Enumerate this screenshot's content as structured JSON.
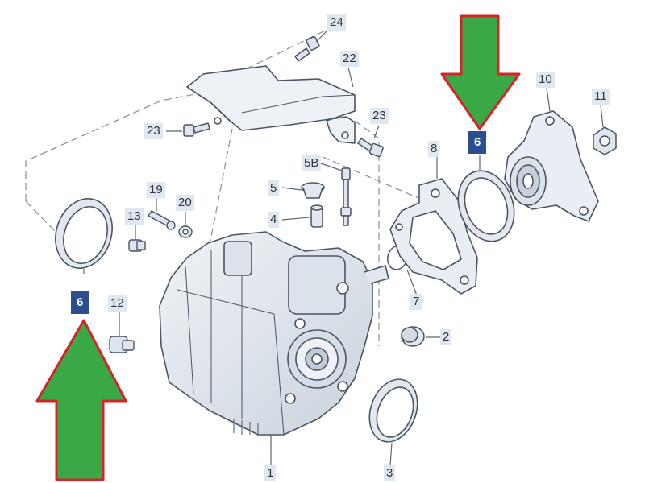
{
  "diagram": {
    "callouts": {
      "c1": "1",
      "c2": "2",
      "c3": "3",
      "c4": "4",
      "c5": "5",
      "c5b": "5B",
      "c6_top": "6",
      "c6_left": "6",
      "c7": "7",
      "c8": "8",
      "c10": "10",
      "c11": "11",
      "c12": "12",
      "c13": "13",
      "c19": "19",
      "c20": "20",
      "c22": "22",
      "c23_left": "23",
      "c23_right": "23",
      "c24": "24"
    },
    "colors": {
      "part_fill": "#e9eef4",
      "part_stroke": "#4a5563",
      "leader": "#5c6673",
      "dashed": "#8a95a3",
      "label_bg": "#dfe7f1",
      "highlight_bg": "#2d4e8e",
      "arrow_fill": "#3aa845",
      "arrow_outline": "#d6232a"
    },
    "icons": [
      "arrow-down-icon",
      "arrow-up-icon"
    ]
  }
}
